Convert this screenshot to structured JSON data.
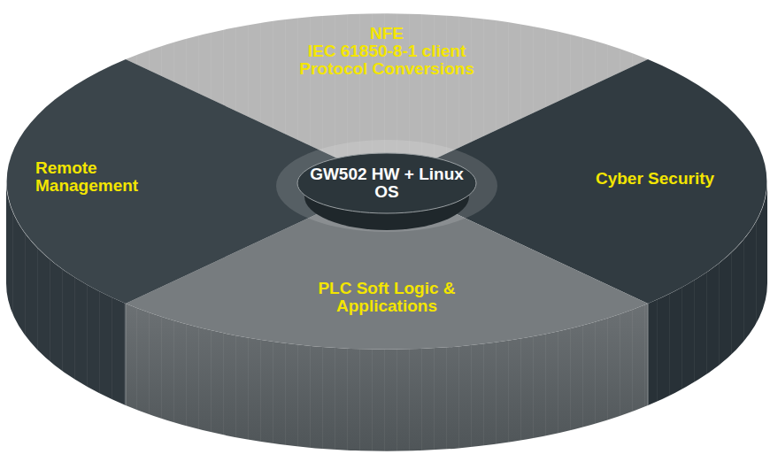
{
  "diagram": {
    "nodes": [
      {
        "text": [
          "NFE",
          "IEC 61850-8-1 client Protocol Conversions"
        ]
      },
      {
        "text": [
          "Remote Management"
        ]
      },
      {
        "text": [
          "GW502 HW + Linux OS"
        ]
      },
      {
        "text": [
          "Cyber Security"
        ]
      },
      {
        "text": [
          "PLC Soft Logic & Applications"
        ]
      }
    ]
  }
}
